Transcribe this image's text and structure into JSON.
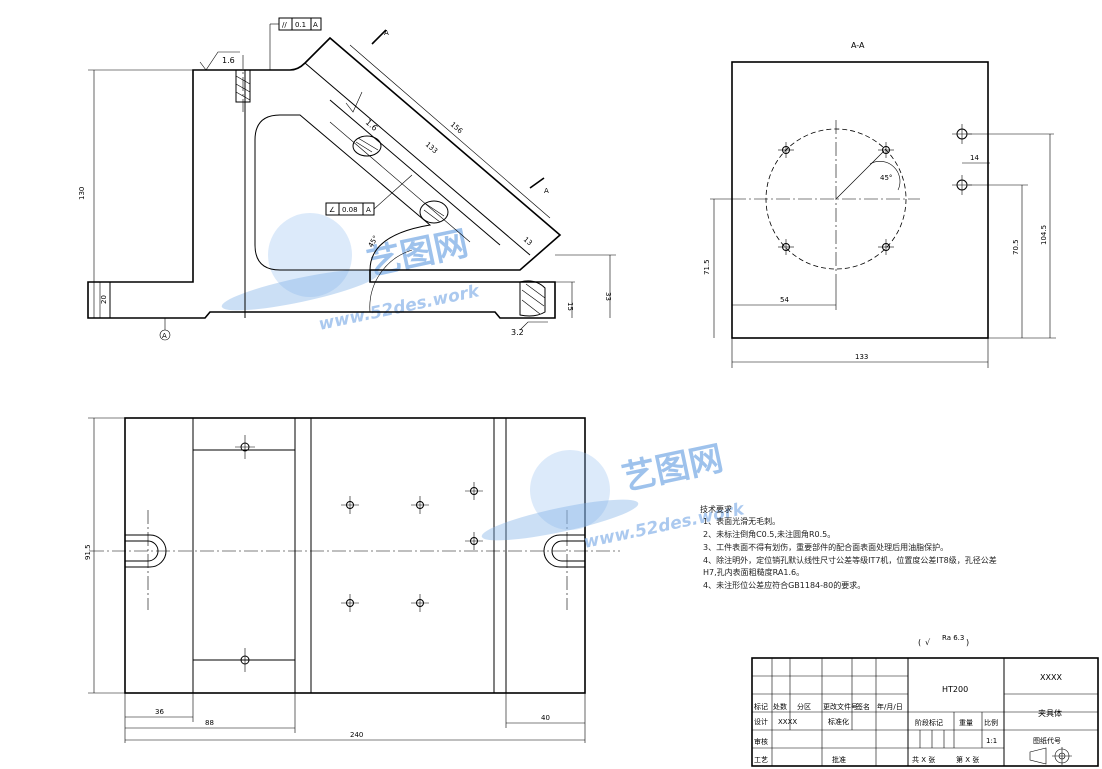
{
  "views": {
    "front": {
      "dims": {
        "height_total": "130",
        "base_left": "20",
        "base_right": "33",
        "slot": "15",
        "diag_long": "156",
        "diag_mid": "133",
        "diag_small": "13",
        "angle": "45°"
      },
      "surface_marks": {
        "top": "1.6",
        "mid": "1.6",
        "bottom": "3.2"
      },
      "tolerance_parallel": {
        "symbol": "//",
        "value": "0.1",
        "datum": "A"
      },
      "tolerance_angular": {
        "symbol": "∠",
        "value": "0.08",
        "datum": "A"
      },
      "section_mark": "A",
      "datum_label": "A"
    },
    "section": {
      "title": "A-A",
      "dims": {
        "left_offset": "71.5",
        "width": "133",
        "pos_x": "54",
        "hole_off": "14",
        "right_a": "70.5",
        "right_b": "104.5",
        "angle": "45°"
      }
    },
    "top": {
      "dims": {
        "height": "91.5",
        "d36": "36",
        "d88": "88",
        "d40": "40",
        "d240": "240"
      }
    }
  },
  "tech_requirements": {
    "title": "技术要求",
    "items": [
      "1、表面光滑无毛刺。",
      "2、未标注倒角C0.5,未注圆角R0.5。",
      "3、工件表面不得有划伤，重要部件的配合面表面处理后用油脂保护。",
      "4、除注明外，定位销孔默认线性尺寸公差等级IT7机，位置度公差IT8级，孔径公差",
      "H7,孔内表面粗糙度RA1.6。",
      "4、未注形位公差应符合GB1184-80的要求。"
    ]
  },
  "roughness_general": {
    "prefix": "(",
    "symbol": "√",
    "value": "Ra 6.3",
    "suffix": ")"
  },
  "title_block": {
    "material": "HT200",
    "company": "XXXX",
    "part_name": "夹具体",
    "drawing_no_label": "图纸代号",
    "labels": {
      "mark": "标记",
      "count": "处数",
      "zone": "分区",
      "change_doc": "更改文件号",
      "sign": "签名",
      "date": "年/月/日",
      "design": "设计",
      "designer": "XXXX",
      "standardize": "标准化",
      "stage": "阶段标记",
      "weight": "重量",
      "scale_label": "比例",
      "scale": "1:1",
      "review": "审核",
      "process": "工艺",
      "approve": "批准",
      "total_sheets": "共 X 张",
      "sheet_no": "第 X 张"
    }
  },
  "watermark": {
    "brand": "艺图网",
    "url": "www.52des.work"
  },
  "colors": {
    "line": "#000000",
    "watermark": "#7eaee6",
    "background": "#ffffff"
  }
}
